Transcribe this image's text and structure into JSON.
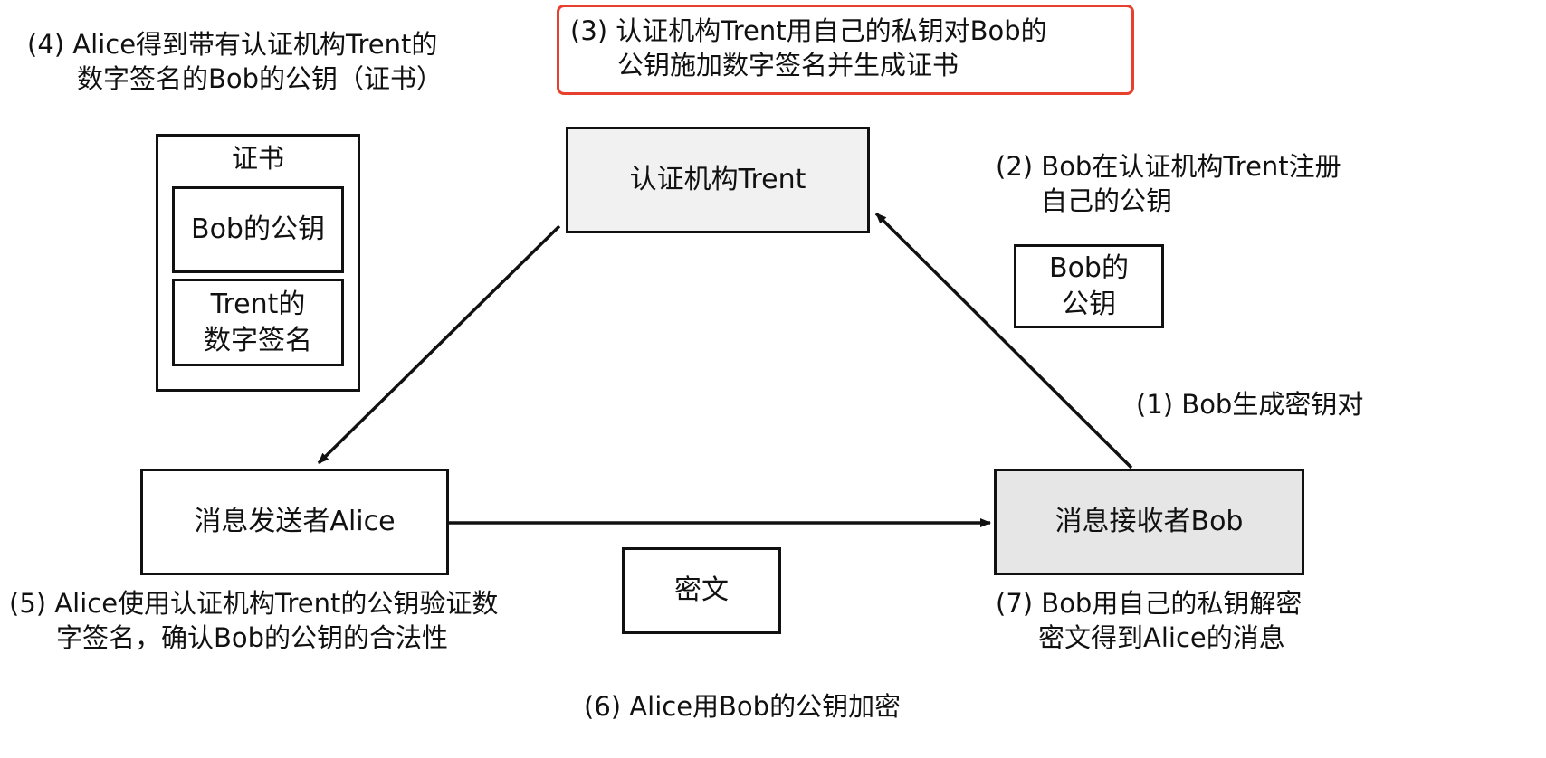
{
  "steps": {
    "s1": "(1) Bob生成密钥对",
    "s2_l1": "(2) Bob在认证机构Trent注册",
    "s2_l2": "自己的公钥",
    "s3_l1": "(3) 认证机构Trent用自己的私钥对Bob的",
    "s3_l2": "公钥施加数字签名并生成证书",
    "s4_l1": "(4) Alice得到带有认证机构Trent的",
    "s4_l2": "数字签名的Bob的公钥（证书）",
    "s5_l1": "(5) Alice使用认证机构Trent的公钥验证数",
    "s5_l2": "字签名，确认Bob的公钥的合法性",
    "s6": "(6) Alice用Bob的公钥加密",
    "s7_l1": "(7) Bob用自己的私钥解密",
    "s7_l2": "密文得到Alice的消息"
  },
  "nodes": {
    "trent": "认证机构Trent",
    "alice": "消息发送者Alice",
    "bob": "消息接收者Bob",
    "ciphertext": "密文",
    "bob_key_l1": "Bob的",
    "bob_key_l2": "公钥"
  },
  "certificate": {
    "title": "证书",
    "public_key": "Bob的公钥",
    "signature_l1": "Trent的",
    "signature_l2": "数字签名"
  },
  "colors": {
    "highlight": "#e8402f",
    "bob_fill": "#e6e6e6",
    "trent_fill": "#f1f1f1"
  }
}
